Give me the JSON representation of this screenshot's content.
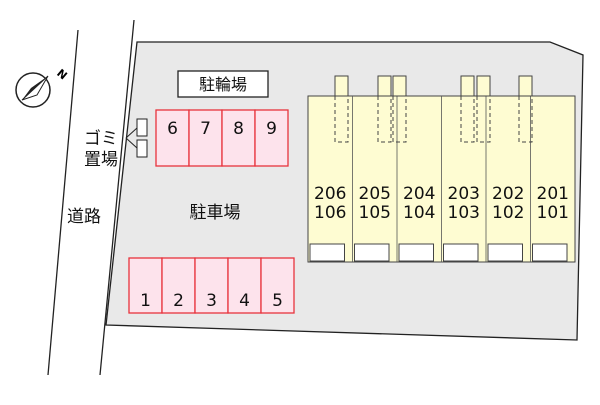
{
  "compass": {
    "north_label": "N"
  },
  "road": {
    "label": "道路"
  },
  "bicycle_parking": {
    "label": "駐輪場",
    "spaces": [
      "6",
      "7",
      "8",
      "9"
    ]
  },
  "garbage_area": {
    "label_line1": "ゴミ",
    "label_line2": "置場"
  },
  "parking_lot": {
    "label": "駐車場",
    "spaces": [
      "1",
      "2",
      "3",
      "4",
      "5"
    ]
  },
  "building": {
    "units": [
      {
        "upper": "206",
        "lower": "106"
      },
      {
        "upper": "205",
        "lower": "105"
      },
      {
        "upper": "204",
        "lower": "104"
      },
      {
        "upper": "203",
        "lower": "103"
      },
      {
        "upper": "202",
        "lower": "102"
      },
      {
        "upper": "201",
        "lower": "101"
      }
    ]
  },
  "colors": {
    "parking_fill": "#fde3ec",
    "parking_stroke": "#e8343d",
    "building_fill": "#fefcd2",
    "site_fill": "#e9e9e9",
    "outline": "#222222"
  }
}
